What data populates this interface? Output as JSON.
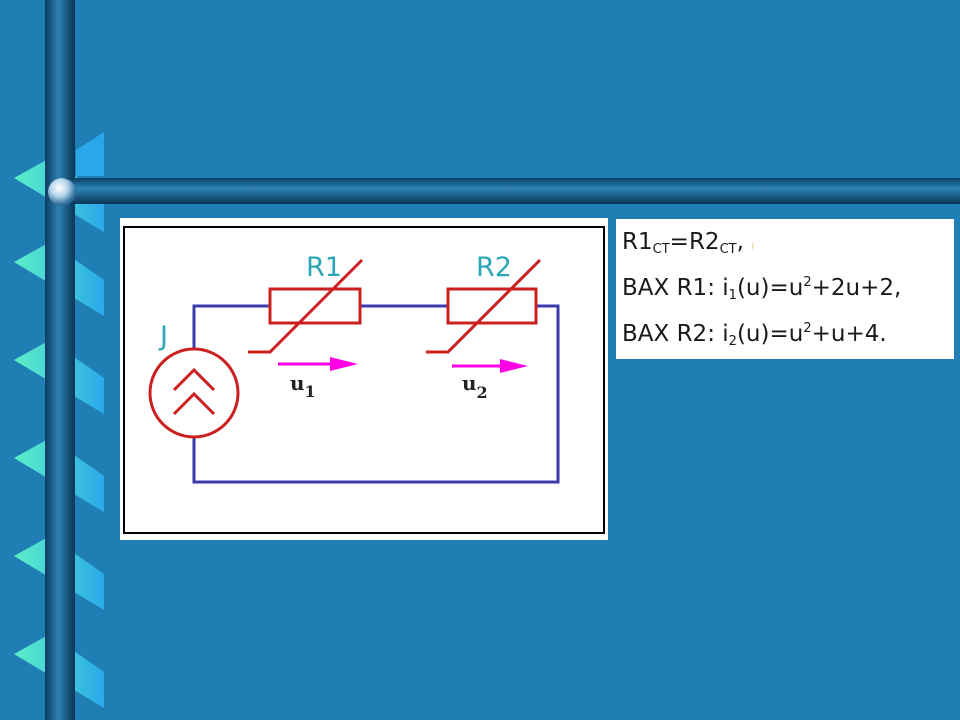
{
  "slide": {
    "colors": {
      "background": "#1f7fb5",
      "bar": "#0c4f7c",
      "ribbon_light": "#4fe3c9",
      "ribbon_blue": "#2aa7e8"
    }
  },
  "circuit": {
    "labels": {
      "r1": "R1",
      "r2": "R2",
      "source": "J",
      "u1_base": "u",
      "u1_sub": "1",
      "u2_base": "u",
      "u2_sub": "2"
    },
    "colors": {
      "wire": "#3b3bb0",
      "component": "#cc1f1f",
      "label": "#2ba6b6",
      "arrow": "#ff00e6"
    }
  },
  "formulas": {
    "line1": {
      "a": "R1",
      "a_sub": "CT",
      "eq": "=",
      "b": "R2",
      "b_sub": "CT",
      "tail": ",",
      "mark": "ı"
    },
    "line2": {
      "prefix": "BAX R1: i",
      "i_sub": "1",
      "mid": "(u)=u",
      "sup": "2",
      "rest": "+2u+2,"
    },
    "line3": {
      "prefix": "BAX R2: i",
      "i_sub": "2",
      "mid": "(u)=u",
      "sup": "2",
      "rest": "+u+4."
    }
  }
}
